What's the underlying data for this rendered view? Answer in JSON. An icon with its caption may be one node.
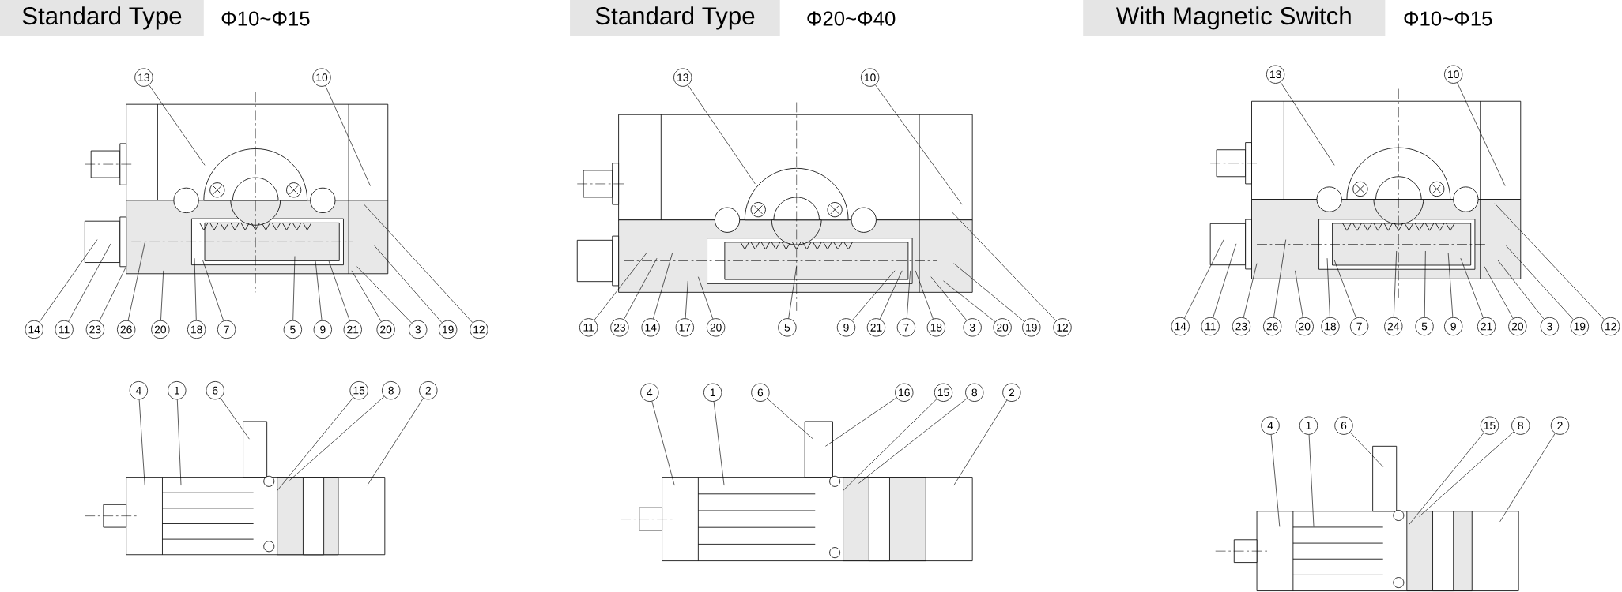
{
  "diagram": {
    "nodes": [
      {
        "text": [
          "Standard Type"
        ],
        "beside": [
          "Φ10~Φ15"
        ]
      },
      {
        "text": [
          "13"
        ]
      },
      {
        "text": [
          "10"
        ]
      },
      {
        "text": [
          "14"
        ]
      },
      {
        "text": [
          "11"
        ]
      },
      {
        "text": [
          "23"
        ]
      },
      {
        "text": [
          "26"
        ]
      },
      {
        "text": [
          "20"
        ]
      },
      {
        "text": [
          "18"
        ]
      },
      {
        "text": [
          "7"
        ]
      },
      {
        "text": [
          "5"
        ]
      },
      {
        "text": [
          "9"
        ]
      },
      {
        "text": [
          "21"
        ]
      },
      {
        "text": [
          "20"
        ]
      },
      {
        "text": [
          "3"
        ]
      },
      {
        "text": [
          "19"
        ]
      },
      {
        "text": [
          "12"
        ]
      },
      {
        "text": [
          "4"
        ]
      },
      {
        "text": [
          "1"
        ]
      },
      {
        "text": [
          "6"
        ]
      },
      {
        "text": [
          "15"
        ]
      },
      {
        "text": [
          "8"
        ]
      },
      {
        "text": [
          "2"
        ]
      },
      {
        "text": [
          "Standard Type"
        ],
        "beside": [
          "Φ20~Φ40"
        ]
      },
      {
        "text": [
          "13"
        ]
      },
      {
        "text": [
          "10"
        ]
      },
      {
        "text": [
          "11"
        ]
      },
      {
        "text": [
          "23"
        ]
      },
      {
        "text": [
          "14"
        ]
      },
      {
        "text": [
          "17"
        ]
      },
      {
        "text": [
          "20"
        ]
      },
      {
        "text": [
          "5"
        ]
      },
      {
        "text": [
          "9"
        ]
      },
      {
        "text": [
          "21"
        ]
      },
      {
        "text": [
          "7"
        ]
      },
      {
        "text": [
          "18"
        ]
      },
      {
        "text": [
          "3"
        ]
      },
      {
        "text": [
          "20"
        ]
      },
      {
        "text": [
          "19"
        ]
      },
      {
        "text": [
          "12"
        ]
      },
      {
        "text": [
          "4"
        ]
      },
      {
        "text": [
          "1"
        ]
      },
      {
        "text": [
          "6"
        ]
      },
      {
        "text": [
          "16"
        ]
      },
      {
        "text": [
          "15"
        ]
      },
      {
        "text": [
          "8"
        ]
      },
      {
        "text": [
          "2"
        ]
      },
      {
        "text": [
          "With Magnetic Switch"
        ],
        "beside": [
          "Φ10~Φ15"
        ]
      },
      {
        "text": [
          "13"
        ]
      },
      {
        "text": [
          "10"
        ]
      },
      {
        "text": [
          "14"
        ]
      },
      {
        "text": [
          "11"
        ]
      },
      {
        "text": [
          "23"
        ]
      },
      {
        "text": [
          "26"
        ]
      },
      {
        "text": [
          "20"
        ]
      },
      {
        "text": [
          "18"
        ]
      },
      {
        "text": [
          "7"
        ]
      },
      {
        "text": [
          "24"
        ]
      },
      {
        "text": [
          "5"
        ]
      },
      {
        "text": [
          "9"
        ]
      },
      {
        "text": [
          "21"
        ]
      },
      {
        "text": [
          "20"
        ]
      },
      {
        "text": [
          "3"
        ]
      },
      {
        "text": [
          "19"
        ]
      },
      {
        "text": [
          "12"
        ]
      },
      {
        "text": [
          "4"
        ]
      },
      {
        "text": [
          "1"
        ]
      },
      {
        "text": [
          "6"
        ]
      },
      {
        "text": [
          "15"
        ]
      },
      {
        "text": [
          "8"
        ]
      },
      {
        "text": [
          "2"
        ]
      }
    ],
    "edges": [
      {
        "from": 1,
        "to": null,
        "arrow": "none"
      },
      {
        "from": 2,
        "to": null,
        "arrow": "none"
      },
      {
        "from": 3,
        "to": null,
        "arrow": "none"
      },
      {
        "from": 4,
        "to": null,
        "arrow": "none"
      },
      {
        "from": 5,
        "to": null,
        "arrow": "none"
      },
      {
        "from": 6,
        "to": null,
        "arrow": "none"
      },
      {
        "from": 7,
        "to": null,
        "arrow": "none"
      },
      {
        "from": 8,
        "to": null,
        "arrow": "none"
      },
      {
        "from": 9,
        "to": null,
        "arrow": "none"
      },
      {
        "from": 10,
        "to": null,
        "arrow": "none"
      },
      {
        "from": 11,
        "to": null,
        "arrow": "none"
      },
      {
        "from": 12,
        "to": null,
        "arrow": "none"
      },
      {
        "from": 13,
        "to": null,
        "arrow": "none"
      },
      {
        "from": 14,
        "to": null,
        "arrow": "none"
      },
      {
        "from": 15,
        "to": null,
        "arrow": "none"
      },
      {
        "from": 16,
        "to": null,
        "arrow": "none"
      },
      {
        "from": 17,
        "to": null,
        "arrow": "none"
      },
      {
        "from": 18,
        "to": null,
        "arrow": "none"
      },
      {
        "from": 19,
        "to": null,
        "arrow": "none"
      },
      {
        "from": 20,
        "to": null,
        "arrow": "none"
      },
      {
        "from": 21,
        "to": null,
        "arrow": "none"
      },
      {
        "from": 22,
        "to": null,
        "arrow": "none"
      },
      {
        "from": 24,
        "to": null,
        "arrow": "none"
      },
      {
        "from": 25,
        "to": null,
        "arrow": "none"
      },
      {
        "from": 26,
        "to": null,
        "arrow": "none"
      },
      {
        "from": 27,
        "to": null,
        "arrow": "none"
      },
      {
        "from": 28,
        "to": null,
        "arrow": "none"
      },
      {
        "from": 29,
        "to": null,
        "arrow": "none"
      },
      {
        "from": 30,
        "to": null,
        "arrow": "none"
      },
      {
        "from": 31,
        "to": null,
        "arrow": "none"
      },
      {
        "from": 32,
        "to": null,
        "arrow": "none"
      },
      {
        "from": 33,
        "to": null,
        "arrow": "none"
      },
      {
        "from": 34,
        "to": null,
        "arrow": "none"
      },
      {
        "from": 35,
        "to": null,
        "arrow": "none"
      },
      {
        "from": 36,
        "to": null,
        "arrow": "none"
      },
      {
        "from": 37,
        "to": null,
        "arrow": "none"
      },
      {
        "from": 38,
        "to": null,
        "arrow": "none"
      },
      {
        "from": 39,
        "to": null,
        "arrow": "none"
      },
      {
        "from": 40,
        "to": null,
        "arrow": "none"
      },
      {
        "from": 41,
        "to": null,
        "arrow": "none"
      },
      {
        "from": 42,
        "to": null,
        "arrow": "none"
      },
      {
        "from": 43,
        "to": null,
        "arrow": "none"
      },
      {
        "from": 44,
        "to": null,
        "arrow": "none"
      },
      {
        "from": 45,
        "to": null,
        "arrow": "none"
      },
      {
        "from": 46,
        "to": null,
        "arrow": "none"
      },
      {
        "from": 48,
        "to": null,
        "arrow": "none"
      },
      {
        "from": 49,
        "to": null,
        "arrow": "none"
      },
      {
        "from": 50,
        "to": null,
        "arrow": "none"
      },
      {
        "from": 51,
        "to": null,
        "arrow": "none"
      },
      {
        "from": 52,
        "to": null,
        "arrow": "none"
      },
      {
        "from": 53,
        "to": null,
        "arrow": "none"
      },
      {
        "from": 54,
        "to": null,
        "arrow": "none"
      },
      {
        "from": 55,
        "to": null,
        "arrow": "none"
      },
      {
        "from": 56,
        "to": null,
        "arrow": "none"
      },
      {
        "from": 57,
        "to": null,
        "arrow": "none"
      },
      {
        "from": 58,
        "to": null,
        "arrow": "none"
      },
      {
        "from": 59,
        "to": null,
        "arrow": "none"
      },
      {
        "from": 60,
        "to": null,
        "arrow": "none"
      },
      {
        "from": 61,
        "to": null,
        "arrow": "none"
      },
      {
        "from": 62,
        "to": null,
        "arrow": "none"
      },
      {
        "from": 63,
        "to": null,
        "arrow": "none"
      },
      {
        "from": 64,
        "to": null,
        "arrow": "none"
      },
      {
        "from": 65,
        "to": null,
        "arrow": "none"
      },
      {
        "from": 66,
        "to": null,
        "arrow": "none"
      },
      {
        "from": 67,
        "to": null,
        "arrow": "none"
      },
      {
        "from": 68,
        "to": null,
        "arrow": "none"
      },
      {
        "from": 69,
        "to": null,
        "arrow": "none"
      },
      {
        "from": 70,
        "to": null,
        "arrow": "none"
      }
    ]
  }
}
